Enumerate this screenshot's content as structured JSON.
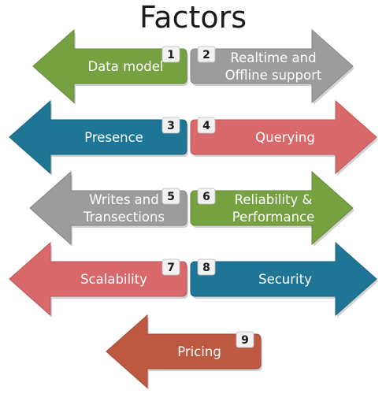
{
  "title": "Factors",
  "colors": {
    "green": "#76a140",
    "gray": "#9c9c9c",
    "teal": "#1e7596",
    "salmon": "#d9686a",
    "brown": "#bd5940",
    "badge_fill": "#f2f2f2"
  },
  "factors": [
    {
      "number": "1",
      "lines": [
        "Data model"
      ],
      "direction": "left",
      "color": "green"
    },
    {
      "number": "2",
      "lines": [
        "Realtime and",
        "Offline support"
      ],
      "direction": "right",
      "color": "gray"
    },
    {
      "number": "3",
      "lines": [
        "Presence"
      ],
      "direction": "left",
      "color": "teal"
    },
    {
      "number": "4",
      "lines": [
        "Querying"
      ],
      "direction": "right",
      "color": "salmon"
    },
    {
      "number": "5",
      "lines": [
        "Writes and",
        "Transections"
      ],
      "direction": "left",
      "color": "gray"
    },
    {
      "number": "6",
      "lines": [
        "Reliability &",
        "Performance"
      ],
      "direction": "right",
      "color": "green"
    },
    {
      "number": "7",
      "lines": [
        "Scalability"
      ],
      "direction": "left",
      "color": "salmon"
    },
    {
      "number": "8",
      "lines": [
        "Security"
      ],
      "direction": "right",
      "color": "teal"
    },
    {
      "number": "9",
      "lines": [
        "Pricing"
      ],
      "direction": "left",
      "color": "brown"
    }
  ]
}
